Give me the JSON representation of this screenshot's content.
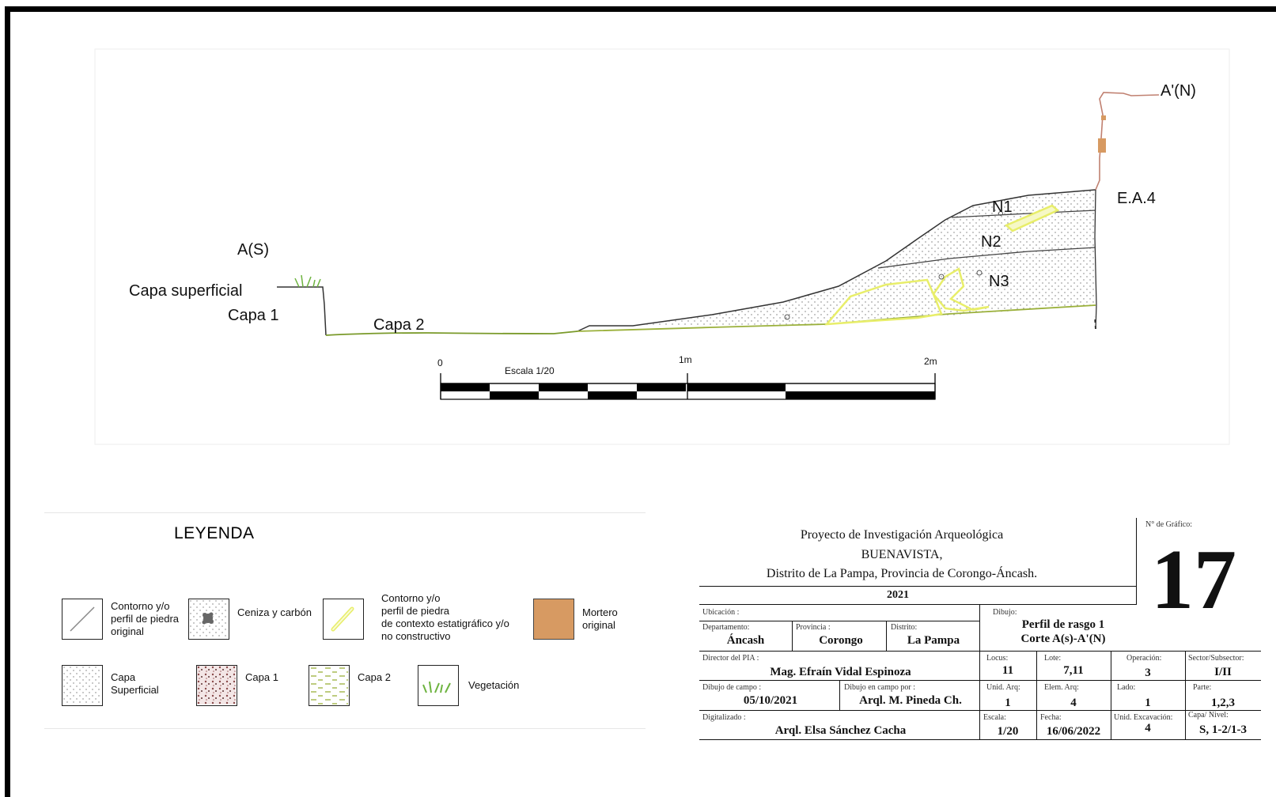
{
  "profile": {
    "point_start": "A(S)",
    "point_end": "A'(N)",
    "structure": "E.A.4",
    "layers": [
      "Capa superficial",
      "Capa 1",
      "Capa 2"
    ],
    "levels": [
      "N1",
      "N2",
      "N3"
    ]
  },
  "scale_bar": {
    "title": "Escala 1/20",
    "ticks": [
      "0",
      "1m",
      "2m"
    ]
  },
  "legend": {
    "title": "LEYENDA",
    "items": [
      {
        "label": "Contorno y/o\nperfil de piedra\noriginal"
      },
      {
        "label": "Ceniza y carbón"
      },
      {
        "label": "Contorno y/o\nperfil de piedra\nde contexto estatigráfico y/o\nno constructivo"
      },
      {
        "label": "Mortero\noriginal"
      },
      {
        "label": "Capa\nSuperficial"
      },
      {
        "label": "Capa 1"
      },
      {
        "label": "Capa 2"
      },
      {
        "label": "Vegetación"
      }
    ]
  },
  "title_block": {
    "project_line1": "Proyecto de Investigación Arqueológica",
    "project_line2": "BUENAVISTA,",
    "project_line3": "Distrito de La Pampa, Provincia de Corongo-Áncash.",
    "year": "2021",
    "graphic_caption": "N° de Gráfico:",
    "graphic_number": "17",
    "ubicacion_caption": "Ubicación :",
    "departamento_caption": "Departamento:",
    "departamento": "Áncash",
    "provincia_caption": "Provincia :",
    "provincia": "Corongo",
    "distrito_caption": "Distrito:",
    "distrito": "La Pampa",
    "dibujo_caption": "Dibujo:",
    "dibujo_line1": "Perfil de rasgo 1",
    "dibujo_line2": "Corte A(s)-A'(N)",
    "director_caption": "Director del PIA :",
    "director": "Mag. Efraín Vidal Espinoza",
    "locus_caption": "Locus:",
    "locus": "11",
    "lote_caption": "Lote:",
    "lote": "7,11",
    "operacion_caption": "Operación:",
    "operacion": "3",
    "sector_caption": "Sector/Subsector:",
    "sector": "I/II",
    "dibujo_campo_caption": "Dibujo de campo :",
    "dibujo_campo": "05/10/2021",
    "dibujo_por_caption": "Dibujo en campo por :",
    "dibujo_por": "Arql. M. Pineda Ch.",
    "unid_arq_caption": "Unid. Arq:",
    "unid_arq": "1",
    "elem_arq_caption": "Elem. Arq:",
    "elem_arq": "4",
    "lado_caption": "Lado:",
    "lado": "1",
    "parte_caption": "Parte:",
    "parte": "1,2,3",
    "digitalizado_caption": "Digitalizado :",
    "digitalizado": "Arql. Elsa Sánchez Cacha",
    "escala_caption": "Escala:",
    "escala": "1/20",
    "fecha_caption": "Fecha:",
    "fecha": "16/06/2022",
    "unid_exc_caption": "Unid. Excavación:",
    "unid_exc": "4",
    "capa_caption": "Capa/ Nivel:",
    "capa": "S, 1-2/1-3"
  },
  "colors": {
    "outline": "#333333",
    "green_line": "#7a9a2a",
    "yellow_stone": "#e8ee6a",
    "mortar": "#d79a62",
    "vegetation": "#6db33f"
  }
}
